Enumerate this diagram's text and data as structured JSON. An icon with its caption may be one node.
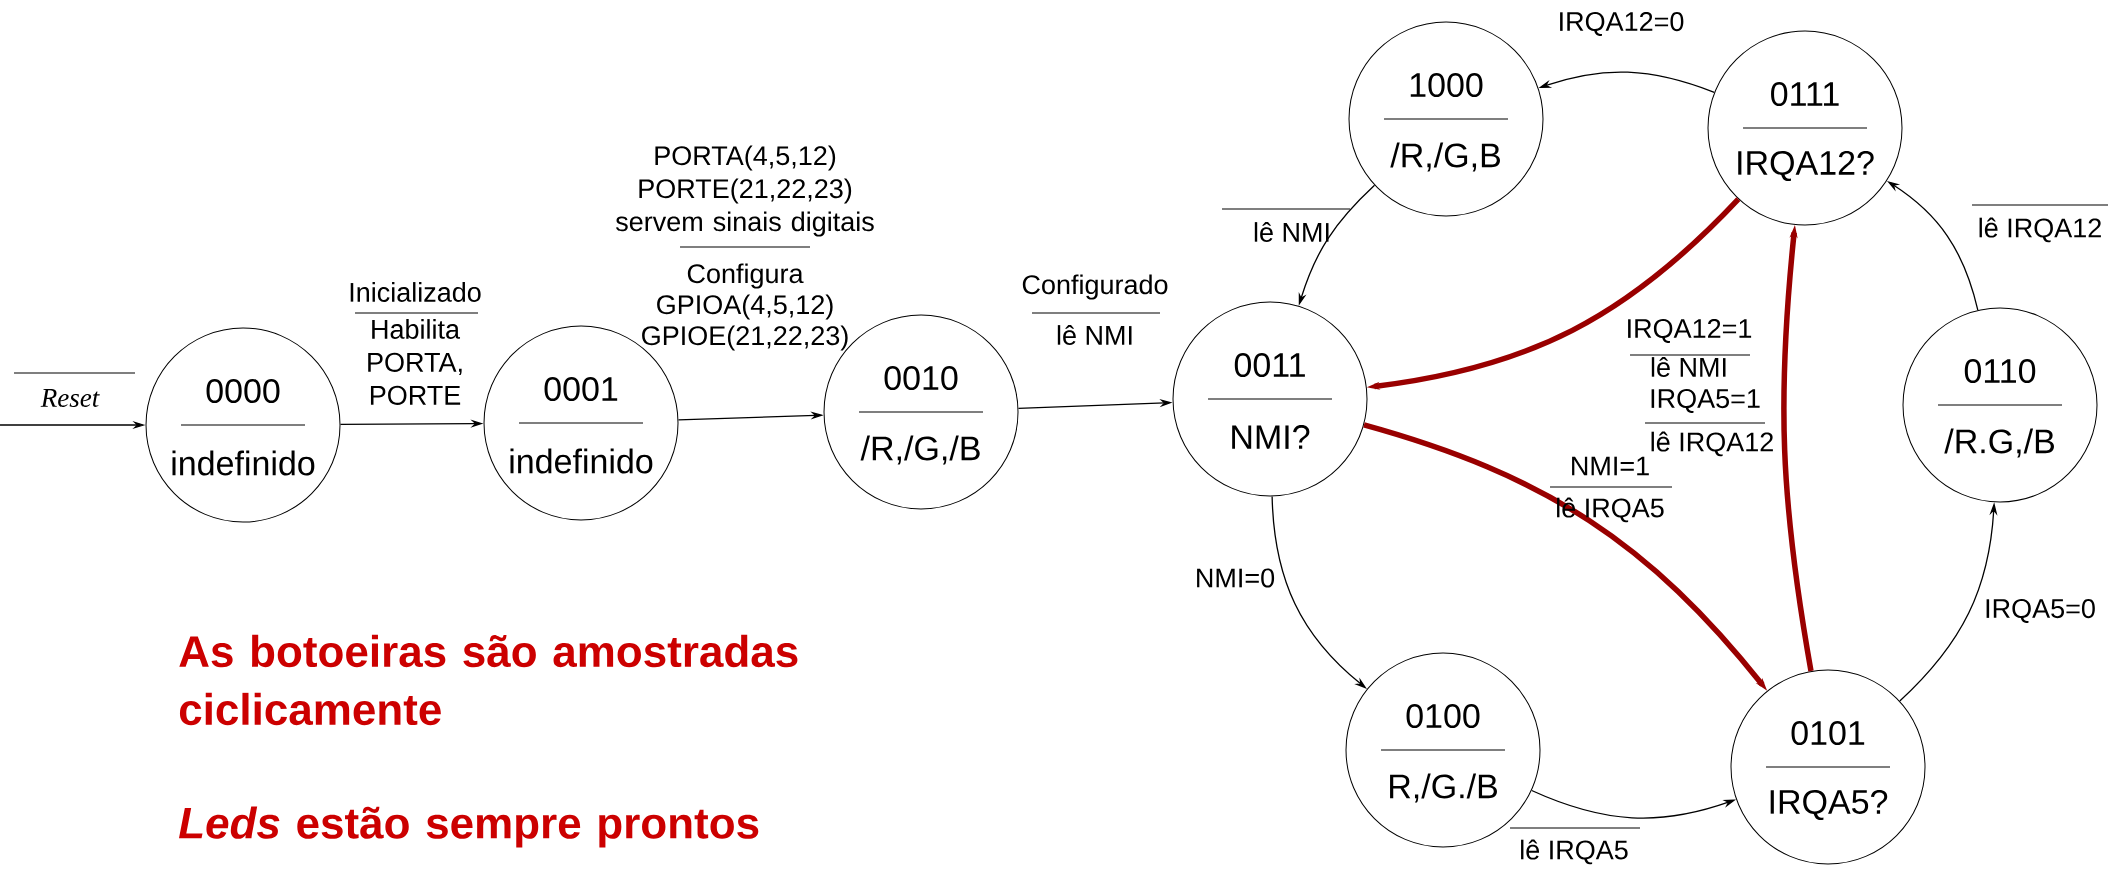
{
  "diagram": {
    "nodes": [
      {
        "text": [
          "0000",
          "indefinido"
        ]
      },
      {
        "text": [
          "0001",
          "indefinido"
        ]
      },
      {
        "text": [
          "0010",
          "/R,/G,/B"
        ]
      },
      {
        "text": [
          "0011",
          "NMI?"
        ]
      },
      {
        "text": [
          "1000",
          "/R,/G,B"
        ]
      },
      {
        "text": [
          "0111",
          "IRQA12?"
        ]
      },
      {
        "text": [
          "0110",
          "/R.G,/B"
        ]
      },
      {
        "text": [
          "0100",
          "R,/G./B"
        ]
      },
      {
        "text": [
          "0101",
          "IRQA5?"
        ]
      }
    ],
    "edges": [
      {
        "from": null,
        "to": 0,
        "arrow": "to",
        "label": "Reset"
      },
      {
        "from": 0,
        "to": 1,
        "arrow": "to",
        "label": "Inicializado"
      },
      {
        "from": 1,
        "to": 2,
        "arrow": "to",
        "label": "Configura GPIOA(4,5,12) GPIOE(21,22,23)"
      },
      {
        "from": 2,
        "to": 3,
        "arrow": "to",
        "label": "Configurado"
      },
      {
        "from": 3,
        "to": 7,
        "arrow": "to",
        "label": "NMI=0"
      },
      {
        "from": 3,
        "to": 8,
        "arrow": "to",
        "label": "NMI=1",
        "style": "thick",
        "color": "#990000"
      },
      {
        "from": 7,
        "to": 8,
        "arrow": "to",
        "label": "lê IRQA5"
      },
      {
        "from": 8,
        "to": 6,
        "arrow": "to",
        "label": "IRQA5=0"
      },
      {
        "from": 8,
        "to": 5,
        "arrow": "to",
        "label": "IRQA5=1",
        "style": "thick",
        "color": "#990000"
      },
      {
        "from": 6,
        "to": 5,
        "arrow": "to",
        "label": "lê IRQA12"
      },
      {
        "from": 5,
        "to": 4,
        "arrow": "to",
        "label": "IRQA12=0"
      },
      {
        "from": 5,
        "to": 3,
        "arrow": "to",
        "label": "IRQA12=1",
        "style": "thick",
        "color": "#990000"
      },
      {
        "from": 4,
        "to": 3,
        "arrow": "to",
        "label": "lê NMI"
      }
    ],
    "labels": [
      "Habilita PORTA, PORTE",
      "PORTA(4,5,12) PORTE(21,22,23) servem sinais digitais",
      "lê NMI",
      "lê NMI",
      "lê IRQA12",
      "lê IRQA5",
      "As botoeiras são amostradas ciclicamente",
      "*Leds* estão sempre prontos"
    ]
  }
}
